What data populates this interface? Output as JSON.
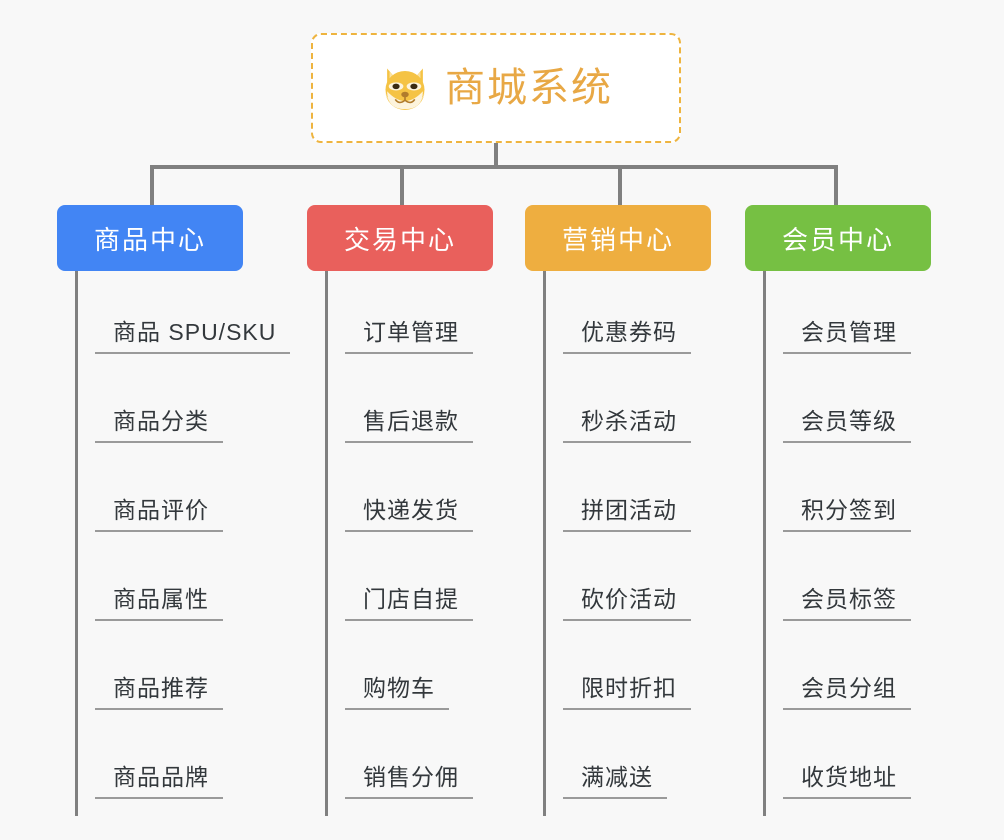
{
  "background_color": "#f8f8f8",
  "connector_color": "#808080",
  "root": {
    "icon": "shiba-dog-face-icon",
    "title": "商城系统",
    "text_color": "#e8a845",
    "border_color": "#eeb43f",
    "fill_color": "#ffffff"
  },
  "categories": [
    {
      "label": "商品中心",
      "color": "#4285f4",
      "items": [
        "商品 SPU/SKU",
        "商品分类",
        "商品评价",
        "商品属性",
        "商品推荐",
        "商品品牌"
      ]
    },
    {
      "label": "交易中心",
      "color": "#e9605c",
      "items": [
        "订单管理",
        "售后退款",
        "快递发货",
        "门店自提",
        "购物车",
        "销售分佣"
      ]
    },
    {
      "label": "营销中心",
      "color": "#eeae40",
      "items": [
        "优惠券码",
        "秒杀活动",
        "拼团活动",
        "砍价活动",
        "限时折扣",
        "满减送"
      ]
    },
    {
      "label": "会员中心",
      "color": "#76c043",
      "items": [
        "会员管理",
        "会员等级",
        "积分签到",
        "会员标签",
        "会员分组",
        "收货地址"
      ]
    }
  ]
}
